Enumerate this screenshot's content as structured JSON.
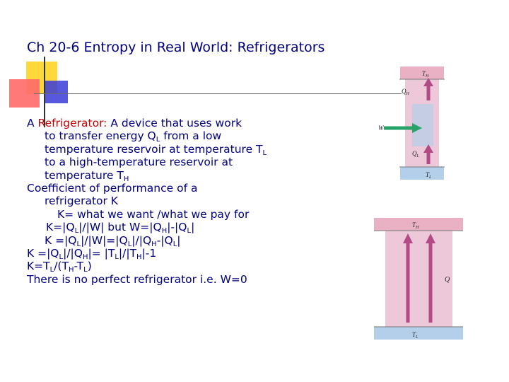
{
  "title": "Ch 20-6 Entropy in Real World: Refrigerators",
  "body": {
    "l1": {
      "a": "A ",
      "b": "Refrigerator:",
      "c": " A device that uses work"
    },
    "l2": {
      "a": "to transfer energy Q",
      "s1": "L",
      "b": " from a low"
    },
    "l3": {
      "a": "temperature reservoir at temperature T",
      "s1": "L"
    },
    "l4": "to a high-temperature reservoir at",
    "l5": {
      "a": "temperature T",
      "s1": "H"
    },
    "l6": "Coefficient of performance of a",
    "l7": "refrigerator K",
    "l8": "K= what we want /what we pay for",
    "l9": {
      "a": "K=|Q",
      "s1": "L",
      "b": "|/|W| but W=|Q",
      "s2": "H",
      "c": "|-|Q",
      "s3": "L",
      "d": "|"
    },
    "l10": {
      "a": "K =|Q",
      "s1": "L",
      "b": "|/|W|=|Q",
      "s2": "L",
      "c": "|/|Q",
      "s3": "H",
      "d": "-|Q",
      "s4": "L",
      "e": "|"
    },
    "l11": {
      "a": "K =|Q",
      "s1": "L",
      "b": "|/|Q",
      "s2": "H",
      "c": "|= |T",
      "s3": "L",
      "d": "|/|T",
      "s4": "H",
      "e": "|-1"
    },
    "l12": {
      "a": "K=T",
      "s1": "L",
      "b": "/(T",
      "s2": "H",
      "c": "-T",
      "s3": "L",
      "d": ")"
    },
    "l13": "There is no perfect refrigerator i.e. W=0"
  },
  "figure_top": {
    "th": "T",
    "th_sub": "H",
    "qh": "Q",
    "qh_sub": "H",
    "w": "W",
    "ql": "Q",
    "ql_sub": "L",
    "tl": "T",
    "tl_sub": "L"
  },
  "figure_bottom": {
    "th": "T",
    "th_sub": "H",
    "q": "Q",
    "tl": "T",
    "tl_sub": "L"
  },
  "colors": {
    "text": "#000080",
    "deco_yellow": "#ffd83a",
    "deco_red": "#ff6a6a",
    "deco_blue": "#3b3bd9",
    "reservoir_high": "#eab1c4",
    "reservoir_low": "#b3cfea",
    "arrow": "#b24a86",
    "work_arrow": "#27a36a"
  }
}
